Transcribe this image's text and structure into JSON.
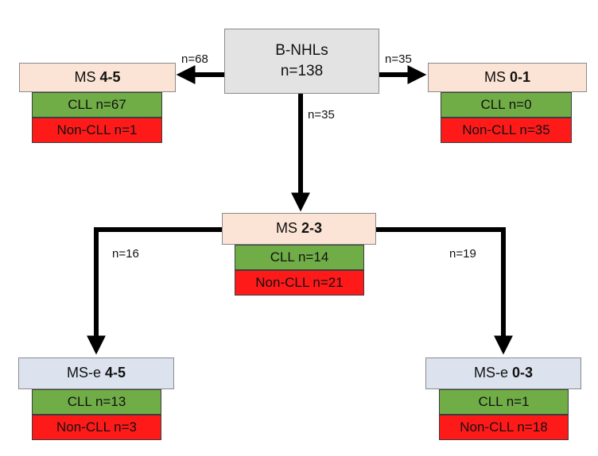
{
  "root": {
    "line1": "B-NHLs",
    "line2": "n=138"
  },
  "left": {
    "label": "MS",
    "range": "4-5",
    "cll": "CLL n=67",
    "noncll": "Non-CLL n=1",
    "edge": "n=68"
  },
  "right": {
    "label": "MS",
    "range": "0-1",
    "cll": "CLL n=0",
    "noncll": "Non-CLL n=35",
    "edge": "n=35"
  },
  "middle": {
    "label": "MS",
    "range": "2-3",
    "cll": "CLL n=14",
    "noncll": "Non-CLL n=21",
    "edge": "n=35"
  },
  "bottom_left": {
    "label": "MS-e",
    "range": "4-5",
    "cll": "CLL n=13",
    "noncll": "Non-CLL n=3",
    "edge": "n=16"
  },
  "bottom_right": {
    "label": "MS-e",
    "range": "0-3",
    "cll": "CLL n=1",
    "noncll": "Non-CLL n=18",
    "edge": "n=19"
  },
  "colors": {
    "root_fill": "#e3e3e3",
    "ms_fill": "#fbe4d5",
    "mse_fill": "#dce3ef",
    "cll_fill": "#70ad47",
    "noncll_fill": "#ff1a1a",
    "arrow": "#000000"
  }
}
